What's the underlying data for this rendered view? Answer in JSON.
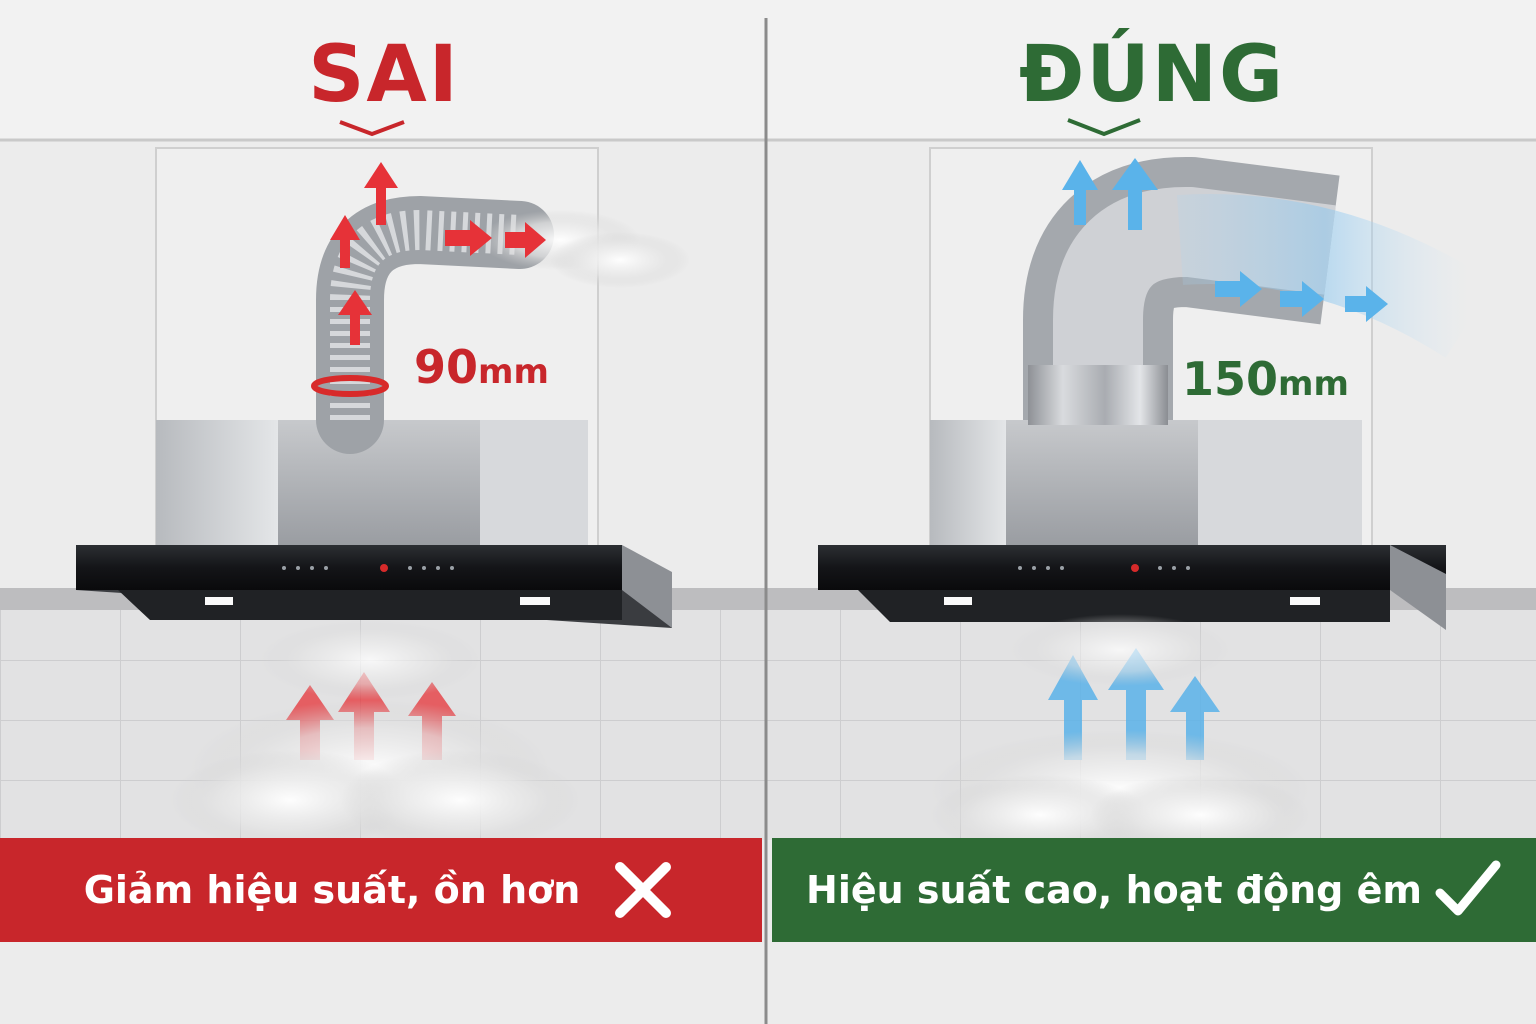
{
  "colors": {
    "wrong": "#c8262b",
    "right": "#2e6b35",
    "wrong_arrow": "#e63238",
    "right_arrow": "#5ab3ea"
  },
  "wrong_panel": {
    "title": "SAI",
    "duct_size_value": "90",
    "duct_size_unit": "mm",
    "caption": "Giảm hiệu suất, ồn hơn",
    "mark_icon": "x-mark-icon"
  },
  "right_panel": {
    "title": "ĐÚNG",
    "duct_size_value": "150",
    "duct_size_unit": "mm",
    "caption": "Hiệu suất cao, hoạt động êm",
    "mark_icon": "check-mark-icon"
  }
}
